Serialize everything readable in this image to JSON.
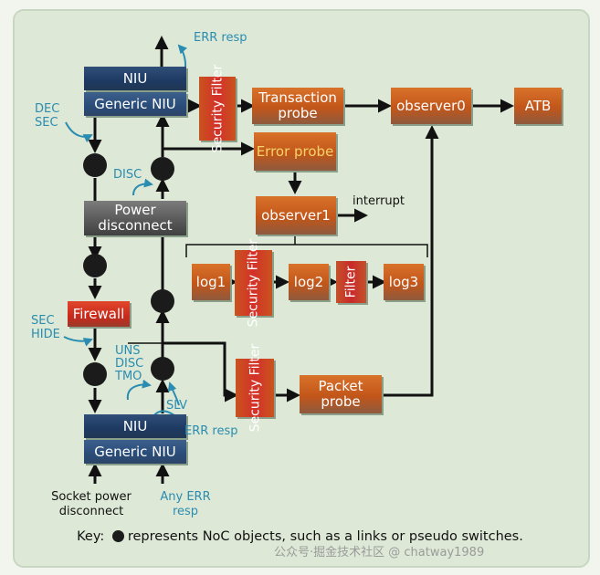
{
  "blocks": {
    "niu_top": "NIU",
    "generic_niu_top": "Generic NIU",
    "transaction_probe": "Transaction probe",
    "observer0": "observer0",
    "atb": "ATB",
    "error_probe": "Error probe",
    "power_disconnect": "Power disconnect",
    "observer1": "observer1",
    "log1": "log1",
    "log2": "log2",
    "log3": "log3",
    "firewall": "Firewall",
    "packet_probe": "Packet probe",
    "niu_bottom": "NIU",
    "generic_niu_bottom": "Generic NIU",
    "security_filter": "Security Filter",
    "filter": "Filter"
  },
  "labels": {
    "err_resp_top": "ERR resp",
    "dec_sec": "DEC SEC",
    "disc": "DISC",
    "interrupt": "interrupt",
    "sec_hide": "SEC HIDE",
    "uns_disc_tmo": "UNS DISC TMO",
    "slv": "SLV",
    "err_resp_bottom": "ERR resp",
    "socket_power_disconnect": "Socket power disconnect",
    "any_err_resp": "Any ERR resp"
  },
  "key": {
    "prefix": "Key:",
    "text": "represents NoC objects, such as a links or pseudo switches."
  },
  "watermark": "公众号·掘金技术社区 @ chatway1989",
  "colors": {
    "background": "#dde9d6",
    "orange_block": "#c9561c",
    "gray_block": "#5a5a5a",
    "red_block": "#c9291a",
    "navy_block": "#1e3a63",
    "teal_label": "#2a8cb0"
  }
}
